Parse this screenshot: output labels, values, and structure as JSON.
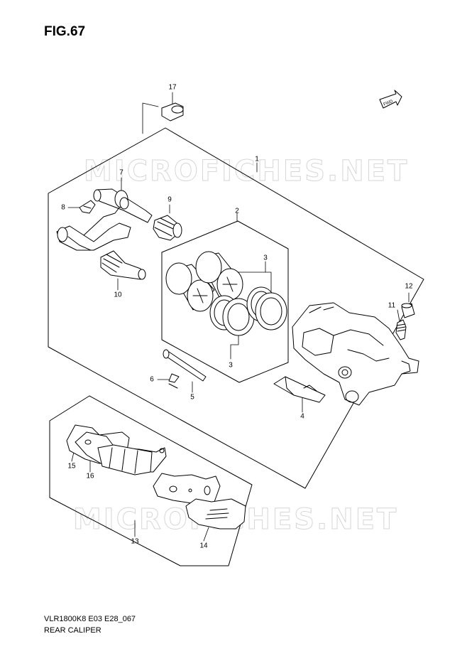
{
  "figure": {
    "title": "FIG.67"
  },
  "watermark": {
    "text": "MICROFICHES.NET"
  },
  "fwd_badge": {
    "text": "FWD"
  },
  "callouts": {
    "p1": "1",
    "p2": "2",
    "p3a": "3",
    "p3b": "3",
    "p4": "4",
    "p5": "5",
    "p6": "6",
    "p7": "7",
    "p8": "8",
    "p9": "9",
    "p10": "10",
    "p11": "11",
    "p12": "12",
    "p13": "13",
    "p14": "14",
    "p15": "15",
    "p16": "16",
    "p17": "17"
  },
  "footer": {
    "model_code": "VLR1800K8 E03 E28_067",
    "title": "REAR CALIPER"
  },
  "colors": {
    "line": "#000000",
    "watermark": "#d6d6d6",
    "background": "#ffffff"
  }
}
